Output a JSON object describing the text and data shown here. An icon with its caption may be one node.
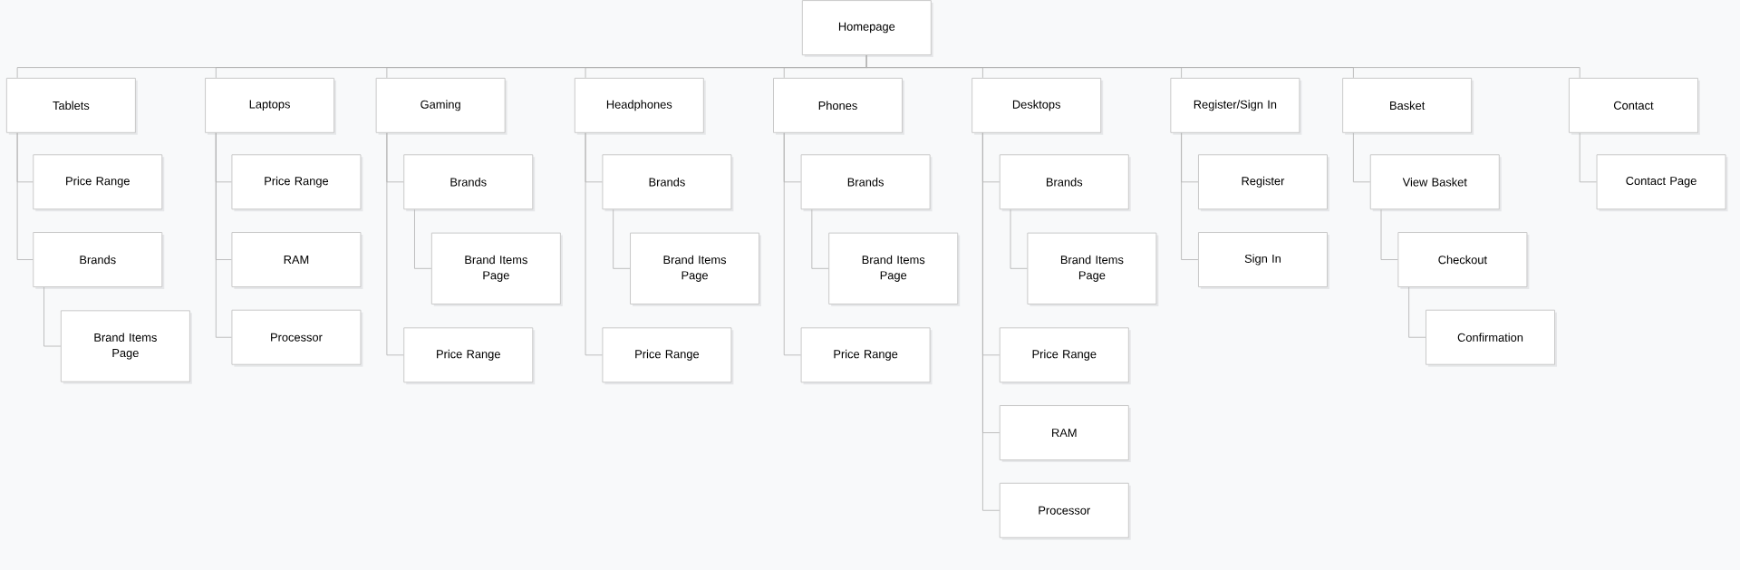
{
  "diagram": {
    "nodes": [
      {
        "text": [
          "Homepage"
        ]
      },
      {
        "text": [
          "Tablets"
        ]
      },
      {
        "text": [
          "Price Range"
        ]
      },
      {
        "text": [
          "Brands"
        ]
      },
      {
        "text": [
          "Brand Items Page"
        ]
      },
      {
        "text": [
          "Laptops"
        ]
      },
      {
        "text": [
          "Price Range"
        ]
      },
      {
        "text": [
          "RAM"
        ]
      },
      {
        "text": [
          "Processor"
        ]
      },
      {
        "text": [
          "Gaming"
        ]
      },
      {
        "text": [
          "Brands"
        ]
      },
      {
        "text": [
          "Brand Items Page"
        ]
      },
      {
        "text": [
          "Price Range"
        ]
      },
      {
        "text": [
          "Headphones"
        ]
      },
      {
        "text": [
          "Brands"
        ]
      },
      {
        "text": [
          "Brand Items Page"
        ]
      },
      {
        "text": [
          "Price Range"
        ]
      },
      {
        "text": [
          "Phones"
        ]
      },
      {
        "text": [
          "Brands"
        ]
      },
      {
        "text": [
          "Brand Items Page"
        ]
      },
      {
        "text": [
          "Price Range"
        ]
      },
      {
        "text": [
          "Desktops"
        ]
      },
      {
        "text": [
          "Brands"
        ]
      },
      {
        "text": [
          "Brand Items Page"
        ]
      },
      {
        "text": [
          "Price Range"
        ]
      },
      {
        "text": [
          "RAM"
        ]
      },
      {
        "text": [
          "Processor"
        ]
      },
      {
        "text": [
          "Register/Sign In"
        ]
      },
      {
        "text": [
          "Register"
        ]
      },
      {
        "text": [
          "Sign In"
        ]
      },
      {
        "text": [
          "Basket"
        ]
      },
      {
        "text": [
          "View Basket"
        ]
      },
      {
        "text": [
          "Checkout"
        ]
      },
      {
        "text": [
          "Confirmation"
        ]
      },
      {
        "text": [
          "Contact"
        ]
      },
      {
        "text": [
          "Contact Page"
        ]
      }
    ],
    "edges": [
      {
        "from": 0,
        "to": 1,
        "arrow": "none"
      },
      {
        "from": 0,
        "to": 5,
        "arrow": "none"
      },
      {
        "from": 0,
        "to": 9,
        "arrow": "none"
      },
      {
        "from": 0,
        "to": 13,
        "arrow": "none"
      },
      {
        "from": 0,
        "to": 17,
        "arrow": "none"
      },
      {
        "from": 0,
        "to": 21,
        "arrow": "none"
      },
      {
        "from": 0,
        "to": 27,
        "arrow": "none"
      },
      {
        "from": 0,
        "to": 30,
        "arrow": "none"
      },
      {
        "from": 0,
        "to": 34,
        "arrow": "none"
      },
      {
        "from": 1,
        "to": 2,
        "arrow": "none"
      },
      {
        "from": 1,
        "to": 3,
        "arrow": "none"
      },
      {
        "from": 3,
        "to": 4,
        "arrow": "none"
      },
      {
        "from": 5,
        "to": 6,
        "arrow": "none"
      },
      {
        "from": 5,
        "to": 7,
        "arrow": "none"
      },
      {
        "from": 5,
        "to": 8,
        "arrow": "none"
      },
      {
        "from": 9,
        "to": 10,
        "arrow": "none"
      },
      {
        "from": 10,
        "to": 11,
        "arrow": "none"
      },
      {
        "from": 9,
        "to": 12,
        "arrow": "none"
      },
      {
        "from": 13,
        "to": 14,
        "arrow": "none"
      },
      {
        "from": 14,
        "to": 15,
        "arrow": "none"
      },
      {
        "from": 13,
        "to": 16,
        "arrow": "none"
      },
      {
        "from": 17,
        "to": 18,
        "arrow": "none"
      },
      {
        "from": 18,
        "to": 19,
        "arrow": "none"
      },
      {
        "from": 17,
        "to": 20,
        "arrow": "none"
      },
      {
        "from": 21,
        "to": 22,
        "arrow": "none"
      },
      {
        "from": 22,
        "to": 23,
        "arrow": "none"
      },
      {
        "from": 21,
        "to": 24,
        "arrow": "none"
      },
      {
        "from": 21,
        "to": 25,
        "arrow": "none"
      },
      {
        "from": 21,
        "to": 26,
        "arrow": "none"
      },
      {
        "from": 27,
        "to": 28,
        "arrow": "none"
      },
      {
        "from": 27,
        "to": 29,
        "arrow": "none"
      },
      {
        "from": 30,
        "to": 31,
        "arrow": "none"
      },
      {
        "from": 31,
        "to": 32,
        "arrow": "none"
      },
      {
        "from": 32,
        "to": 33,
        "arrow": "none"
      },
      {
        "from": 34,
        "to": 35,
        "arrow": "none"
      }
    ]
  }
}
